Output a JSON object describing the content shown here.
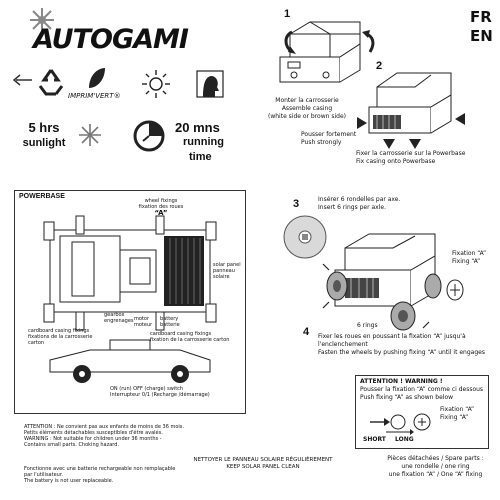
{
  "brand": {
    "name": "AUTOGAMI"
  },
  "eco": {
    "imprimvert": "IMPRIM'VERT®"
  },
  "timing": {
    "sunlight_time": "5 hrs",
    "sunlight_label": "sunlight",
    "running_time": "20 mns",
    "running_label_1": "running",
    "running_label_2": "time"
  },
  "languages": {
    "fr": "FR",
    "en": "EN"
  },
  "step1": {
    "num": "1",
    "line1": "Monter la carrosserie",
    "line2": "Assemble casing",
    "line3": "(white side or brown side)"
  },
  "step2": {
    "num": "2",
    "press_fr": "Pousser fortement",
    "press_en": "Push strongly",
    "fix_fr": "Fixer la carrosserie sur la Powerbase",
    "fix_en": "Fix casing onto Powerbase"
  },
  "powerbase": {
    "title": "POWERBASE",
    "wheel_fix_en": "wheel fixings",
    "wheel_fix_fr": "fixation des roues",
    "wheel_fix_a": "“A”",
    "solar_1": "solar panel",
    "solar_2": "panneau",
    "solar_3": "solaire",
    "gearbox_en": "gearbox",
    "gearbox_fr": "engrenages",
    "motor_en": "motor",
    "motor_fr": "moteur",
    "battery_en": "battery",
    "battery_fr": "batterie",
    "cardboard_left_1": "cardboard casing fixings",
    "cardboard_left_2": "fixations de la carrosserie",
    "cardboard_left_3": "carton",
    "cardboard_right_1": "cardboard casing fixings",
    "cardboard_right_2": "fixation de la carrosserie carton",
    "switch_en": "ON (run)  OFF (charge) switch",
    "switch_fr": "Interrupteur 0/1 (Recharge /démarrage)"
  },
  "step3": {
    "num": "3",
    "fr": "Insérer  6 rondelles par axe.",
    "en": "Insert  6 rings per axle."
  },
  "step4": {
    "num": "4",
    "rings": "6 rings",
    "fixation_a": "Fixation “A”",
    "fixing_a": "Fixing “A”",
    "fr": "Fixer les roues en poussant la fixation “A” jusqu'à l'enclenchement",
    "en": "Fasten the wheels by pushing fixing “A” until it engages"
  },
  "warning_left": {
    "l1": "ATTENTION : Ne convient pas aux enfants de moins de 36 mois.",
    "l2": "Petits éléments détachables susceptibles d'être avalés.",
    "l3": "WARNING : Not suitable for children under 36 months -",
    "l4": "Contains small parts. Choking hazard.",
    "b1": "Fonctionne avec une batterie rechargeable non remplaçable",
    "b2": "par l'utilisateur.",
    "b3": "The battery is not user replaceable."
  },
  "clean": {
    "fr": "NETTOYER LE PANNEAU SOLAIRE RÉGULIÈREMENT",
    "en": "KEEP SOLAR PANEL CLEAN"
  },
  "warning_box": {
    "title": "ATTENTION !  WARNING !",
    "fr": "Pousser la fixation “A” comme ci dessous",
    "en": "Push fixing “A” as shown below",
    "fixation": "Fixation “A”",
    "fixing": "Fixing “A”",
    "short": "SHORT",
    "long": "LONG"
  },
  "spares": {
    "l1": "Pièces détachées / Spare parts :",
    "l2": "une rondelle / one ring",
    "l3": "une fixation “A” / One “A” fixing"
  }
}
